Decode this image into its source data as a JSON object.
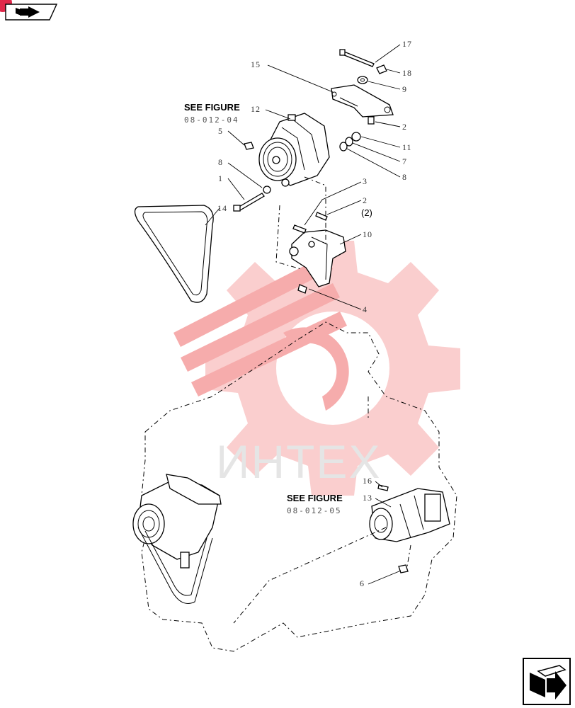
{
  "callouts": [
    {
      "n": "17"
    },
    {
      "n": "18"
    },
    {
      "n": "9"
    },
    {
      "n": "15"
    },
    {
      "n": "12"
    },
    {
      "n": "2"
    },
    {
      "n": "11"
    },
    {
      "n": "7"
    },
    {
      "n": "8"
    },
    {
      "n": "5"
    },
    {
      "n": "8"
    },
    {
      "n": "1"
    },
    {
      "n": "14"
    },
    {
      "n": "3"
    },
    {
      "n": "2"
    },
    {
      "n": "10"
    },
    {
      "n": "4"
    },
    {
      "n": "16"
    },
    {
      "n": "13"
    },
    {
      "n": "6"
    }
  ],
  "see_figures": [
    {
      "title": "SEE FIGURE",
      "code": "08-012-04"
    },
    {
      "title": "SEE FIGURE",
      "code": "08-012-05"
    }
  ],
  "quantity_note": "(2)",
  "watermark": {
    "text": "ИНТЕХ",
    "color": "#e85050"
  },
  "nav": {
    "top_icon": "forward-arrow-icon",
    "bottom_icon": "next-page-icon",
    "badge_color": "#e0284a"
  }
}
